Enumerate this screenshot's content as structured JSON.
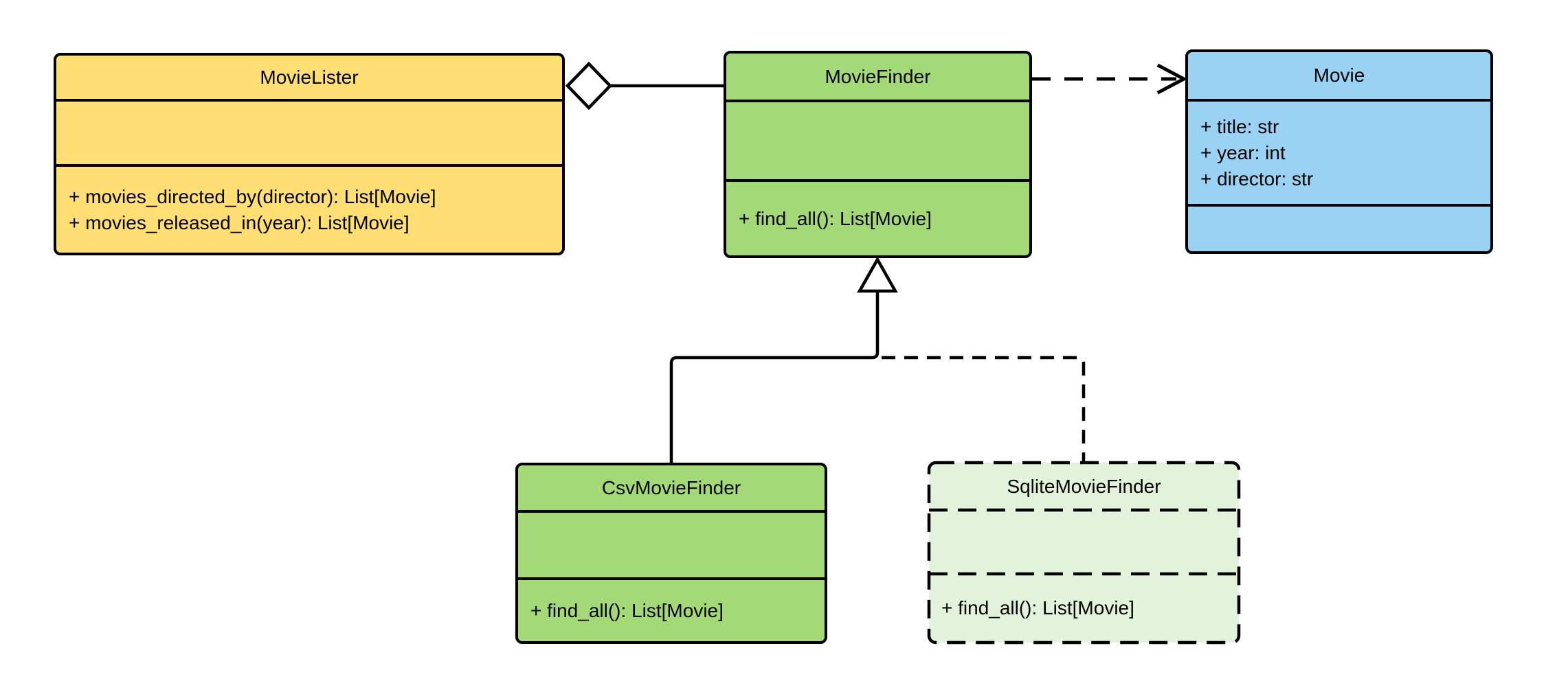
{
  "diagram": {
    "background": "#FFFFFF",
    "stroke_color": "#000000",
    "marker_fill": "#FFFFFF",
    "classes": [
      {
        "id": "movie-lister",
        "name": "MovieLister",
        "fill": "#FFDE73",
        "border": "solid",
        "attributes": [],
        "methods": [
          "+ movies_directed_by(director): List[Movie]",
          "+ movies_released_in(year): List[Movie]"
        ]
      },
      {
        "id": "movie-finder",
        "name": "MovieFinder",
        "fill": "#A3D977",
        "border": "solid",
        "attributes": [],
        "methods": [
          "+ find_all(): List[Movie]"
        ]
      },
      {
        "id": "movie",
        "name": "Movie",
        "fill": "#99D2F2",
        "border": "solid",
        "attributes": [
          "+ title: str",
          "+ year: int",
          "+ director: str"
        ],
        "methods": []
      },
      {
        "id": "csv-movie-finder",
        "name": "CsvMovieFinder",
        "fill": "#A3D977",
        "border": "solid",
        "attributes": [],
        "methods": [
          "+ find_all(): List[Movie]"
        ]
      },
      {
        "id": "sqlite-movie-finder",
        "name": "SqliteMovieFinder",
        "fill": "#E3F2DA",
        "border": "dashed",
        "attributes": [],
        "methods": [
          "+ find_all(): List[Movie]"
        ]
      }
    ],
    "relationships": [
      {
        "type": "aggregation",
        "from": "MovieLister",
        "to": "MovieFinder",
        "line": "solid",
        "marker": "open-diamond",
        "marker_at": "MovieLister"
      },
      {
        "type": "dependency",
        "from": "MovieFinder",
        "to": "Movie",
        "line": "dashed",
        "marker": "open-arrow",
        "marker_at": "Movie"
      },
      {
        "type": "generalization",
        "from": "CsvMovieFinder",
        "to": "MovieFinder",
        "line": "solid",
        "marker": "hollow-triangle",
        "marker_at": "MovieFinder"
      },
      {
        "type": "generalization",
        "from": "SqliteMovieFinder",
        "to": "MovieFinder",
        "line": "dashed",
        "marker": "hollow-triangle",
        "marker_at": "MovieFinder"
      }
    ]
  }
}
